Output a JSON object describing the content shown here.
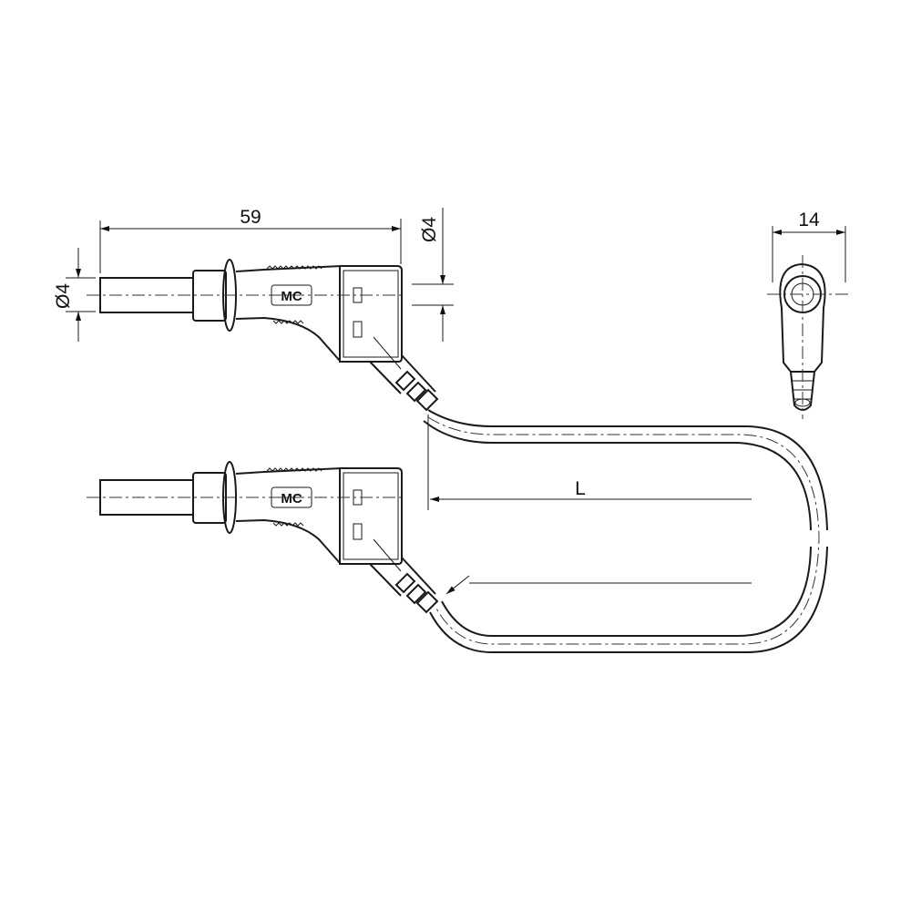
{
  "drawing": {
    "dimensions": {
      "length_plug": "59",
      "pin_diameter_left": "Ø4",
      "pin_diameter_right": "Ø4",
      "width_side_view": "14",
      "cable_length": "L"
    },
    "brand_logo": "MC"
  }
}
